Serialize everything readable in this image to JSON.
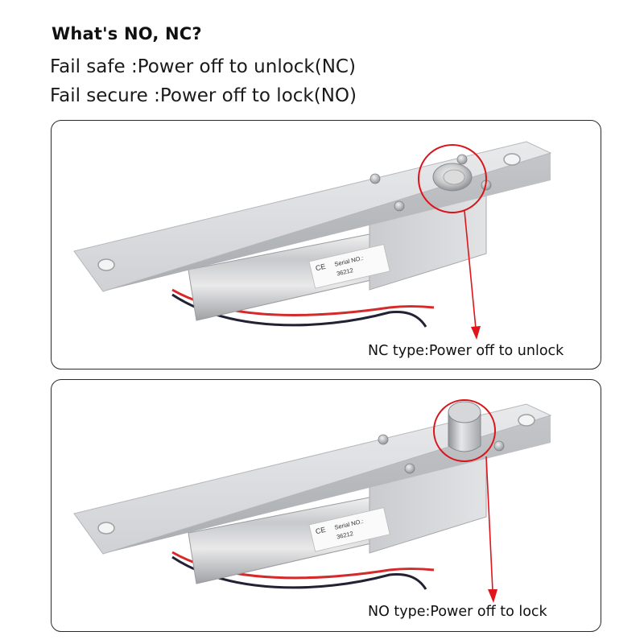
{
  "heading": "What's NO, NC?",
  "lines": {
    "fail_safe": "Fail safe :Power off to unlock(NC)",
    "fail_secure": "Fail secure :Power off to lock(NO)"
  },
  "panels": {
    "nc": {
      "caption": "NC type:Power off to unlock"
    },
    "no": {
      "caption": "NO type:Power off to lock"
    }
  },
  "label_text": {
    "serial": "Serial NO.:",
    "serial_number": "36212",
    "ce_mark": "CE"
  },
  "colors": {
    "highlight_circle": "#d9141b",
    "arrow": "#e0141b",
    "metal_plate": "#d7d8da",
    "wire_red": "#d42a2a",
    "wire_black": "#222233"
  }
}
